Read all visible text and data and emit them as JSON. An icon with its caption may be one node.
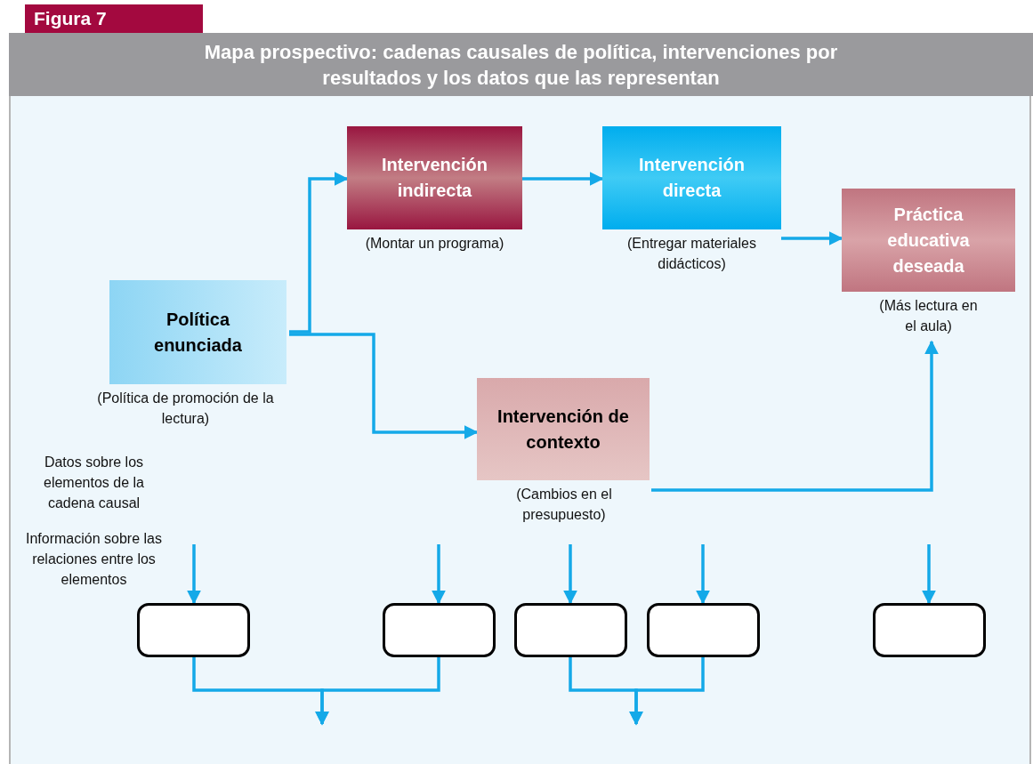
{
  "diagram": {
    "title": "Mapa prospectivo: cadenas causales de política, intervenciones por resultados y los datos que las representan",
    "nodes": [
      {
        "text": [
          "Política enunciada"
        ],
        "beside": [
          "(Política de promoción de la lectura)"
        ]
      },
      {
        "text": [
          "Intervención indirecta"
        ],
        "beside": [
          "(Montar un programa)"
        ]
      },
      {
        "text": [
          "Intervención directa"
        ],
        "beside": [
          "(Entregar materiales didácticos)"
        ]
      },
      {
        "text": [
          "Práctica educativa deseada"
        ],
        "beside": [
          "(Más lectura en el aula)"
        ]
      },
      {
        "text": [
          "Intervención de contexto"
        ],
        "beside": [
          "(Cambios en el presupuesto)"
        ]
      },
      {
        "text": [],
        "shape": "box"
      },
      {
        "text": [],
        "shape": "box"
      },
      {
        "text": [],
        "shape": "box"
      },
      {
        "text": [],
        "shape": "box"
      },
      {
        "text": [],
        "shape": "box"
      }
    ],
    "edges": [
      {
        "from": 0,
        "to": 1,
        "arrow": "to"
      },
      {
        "from": 1,
        "to": 2,
        "arrow": "to"
      },
      {
        "from": 2,
        "to": 3,
        "arrow": "to"
      },
      {
        "from": 0,
        "to": 4,
        "arrow": "to"
      },
      {
        "from": 4,
        "to": 3,
        "arrow": "to"
      },
      {
        "from": null,
        "to": 5,
        "arrow": "to"
      },
      {
        "from": null,
        "to": 6,
        "arrow": "to"
      },
      {
        "from": null,
        "to": 7,
        "arrow": "to"
      },
      {
        "from": null,
        "to": 8,
        "arrow": "to"
      },
      {
        "from": null,
        "to": 9,
        "arrow": "to"
      },
      {
        "from": 5,
        "to": null,
        "arrow": "to"
      },
      {
        "from": 6,
        "to": null,
        "arrow": "to"
      },
      {
        "from": 7,
        "to": null,
        "arrow": "to"
      },
      {
        "from": 8,
        "to": null,
        "arrow": "to"
      }
    ],
    "labels": [
      "Figura 7",
      "Datos sobre los elementos de la cadena causal",
      "Información sobre las relaciones entre los elementos"
    ]
  }
}
